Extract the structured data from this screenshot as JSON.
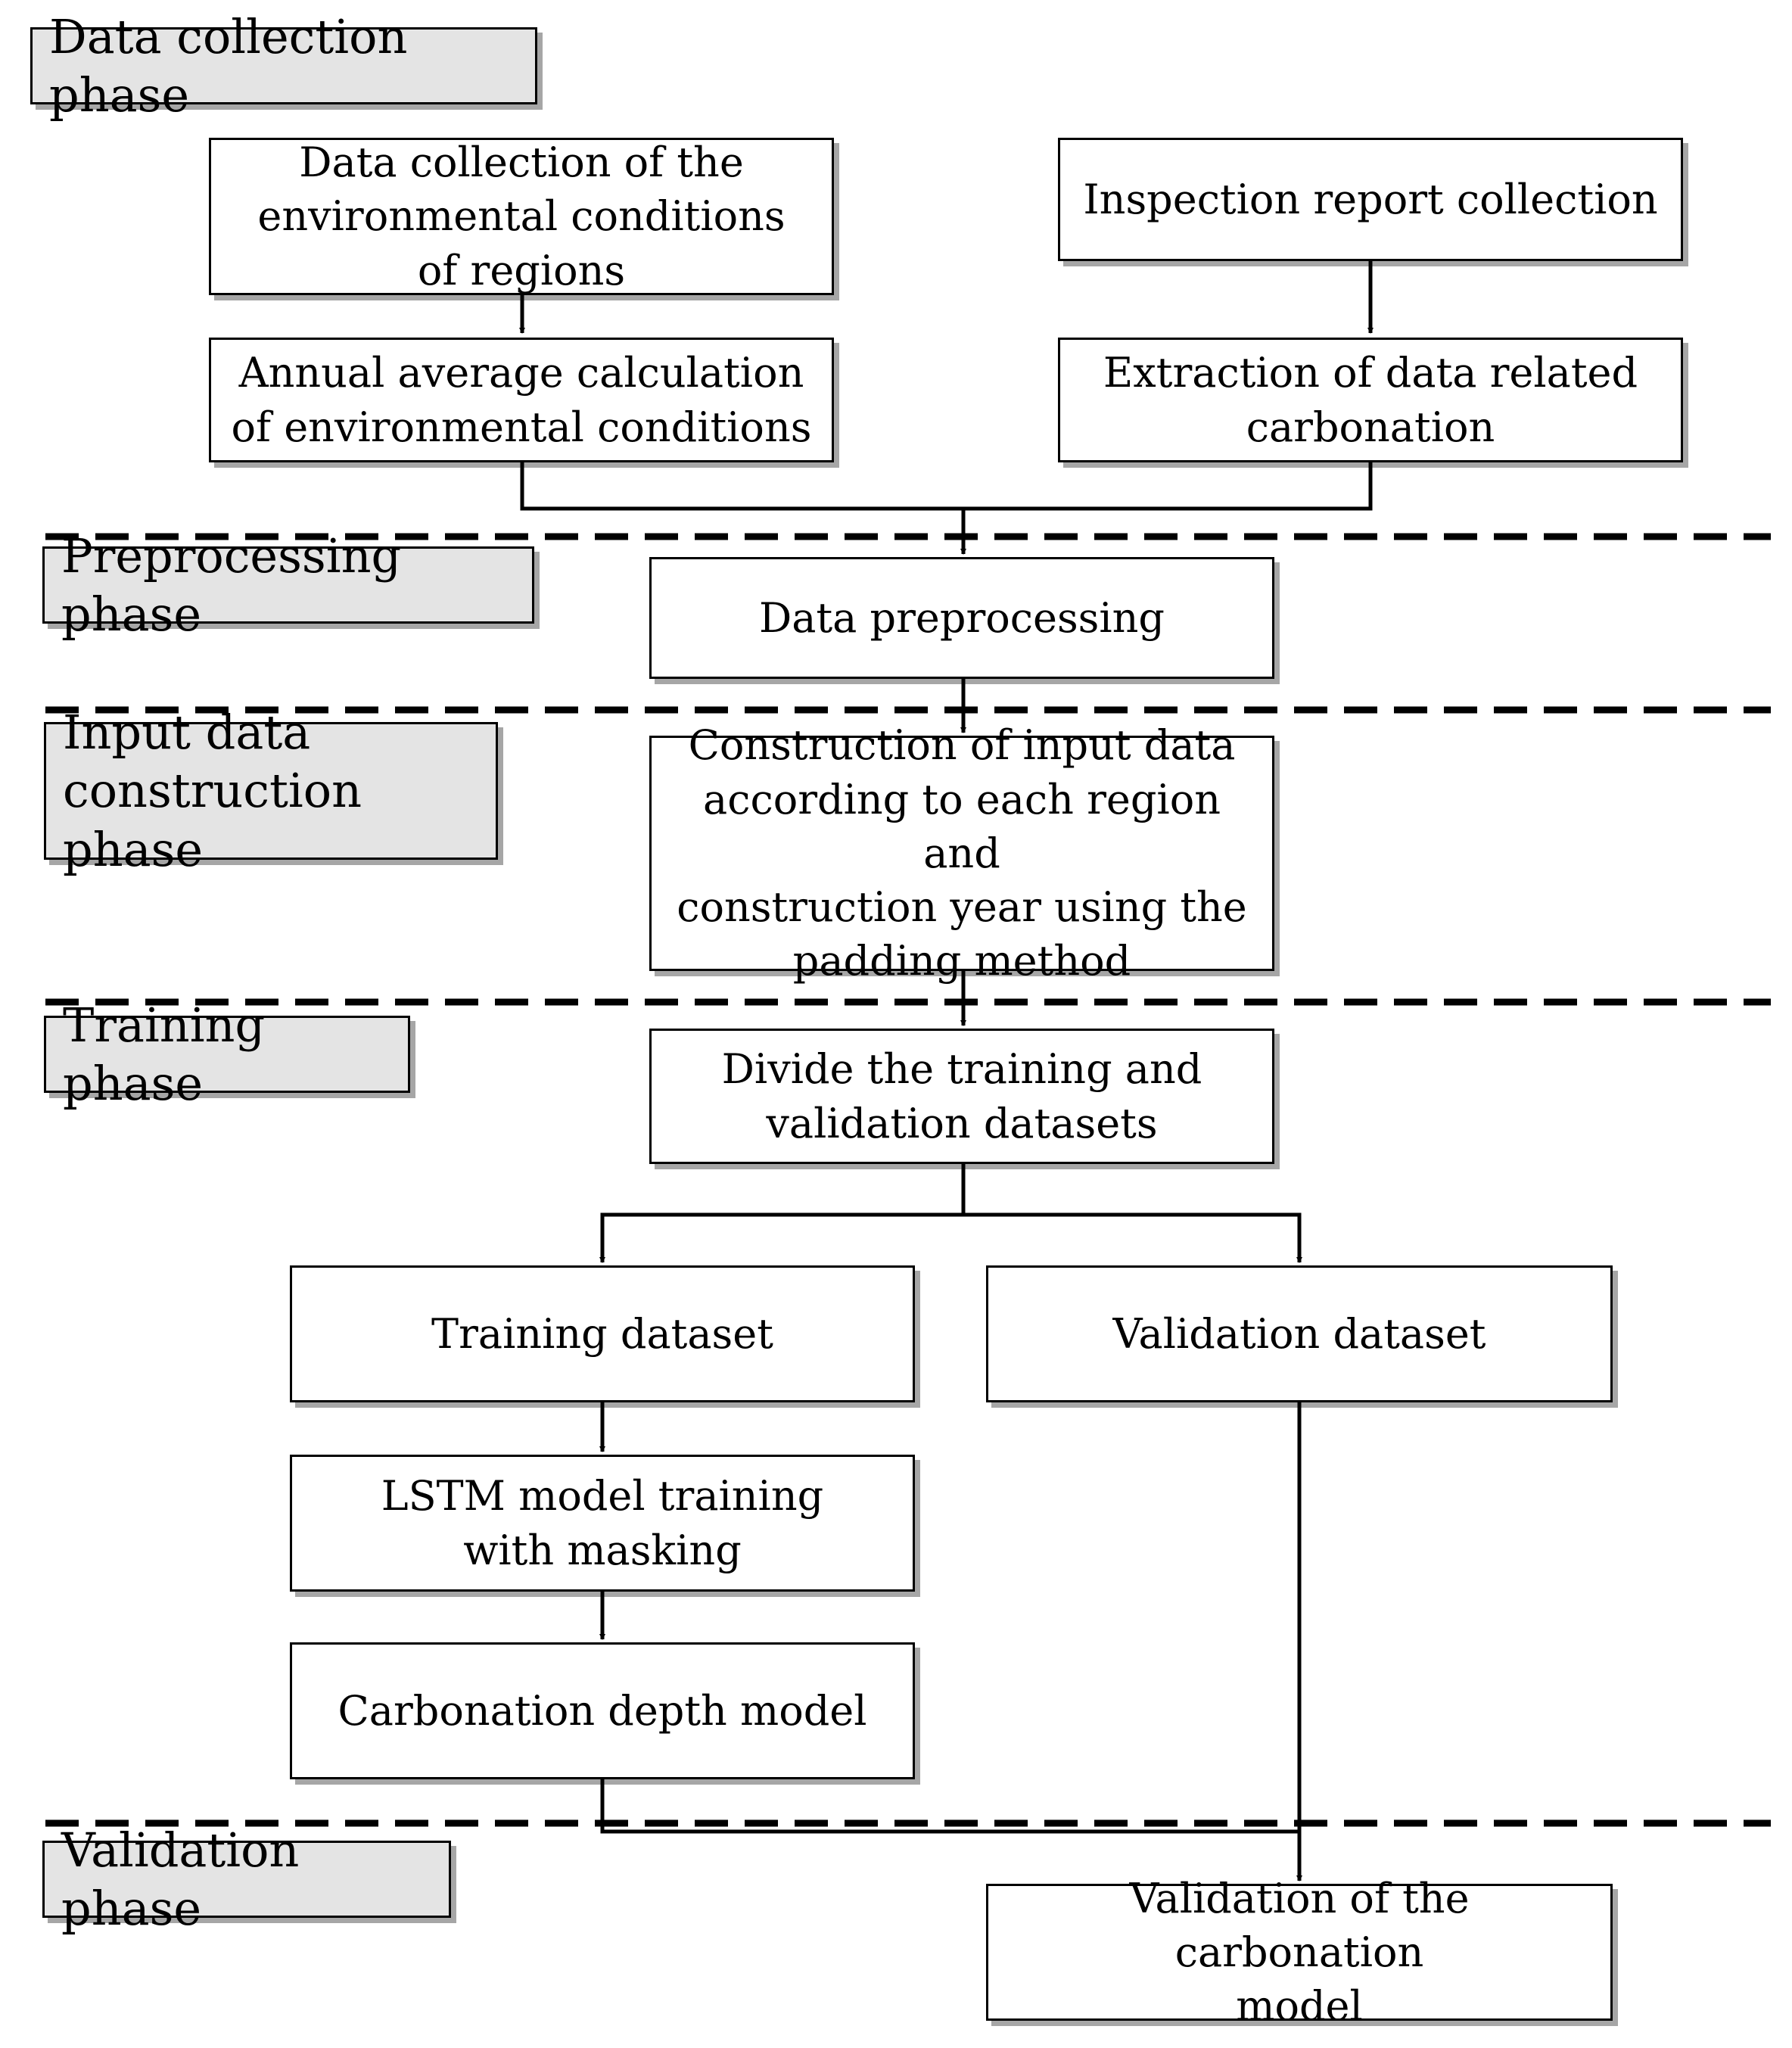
{
  "phases": {
    "data_collection": "Data collection phase",
    "preprocessing": "Preprocessing phase",
    "input_construction": "Input data\nconstruction phase",
    "training": "Training phase",
    "validation": "Validation phase"
  },
  "boxes": {
    "env_data_collection": "Data collection of the\nenvironmental conditions\nof regions",
    "inspection_report": "Inspection report collection",
    "annual_average": "Annual average calculation\nof environmental conditions",
    "extraction": "Extraction of data related\ncarbonation",
    "preprocessing": "Data preprocessing",
    "construction": "Construction of input data\naccording to each region and\nconstruction year using the\npadding method",
    "divide": "Divide the training and\nvalidation datasets",
    "training_dataset": "Training dataset",
    "validation_dataset": "Validation dataset",
    "lstm": "LSTM model training\nwith masking",
    "carbonation_depth": "Carbonation depth model",
    "validation_model": "Validation of the carbonation\nmodel"
  }
}
